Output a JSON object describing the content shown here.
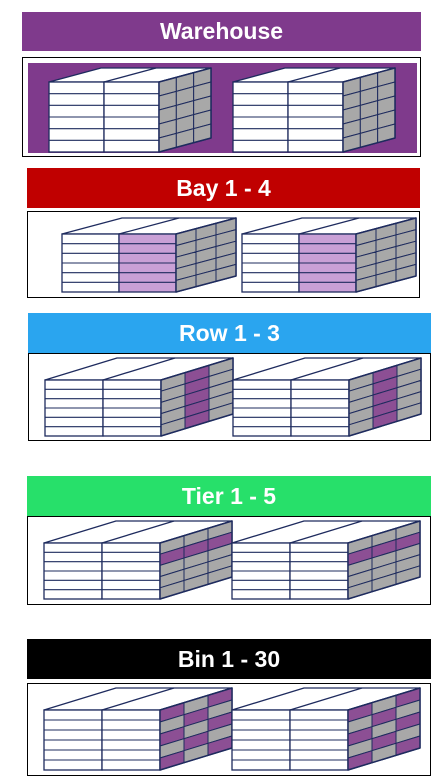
{
  "levels": [
    {
      "key": "warehouse",
      "label": "Warehouse",
      "header_color": "#7f3a8c",
      "highlight": "warehouse",
      "highlight_color": "#7f3a8c"
    },
    {
      "key": "bay",
      "label": "Bay 1 - 4",
      "header_color": "#c00000",
      "highlight": "bay",
      "highlight_color": "#c9a0d6"
    },
    {
      "key": "row",
      "label": "Row 1 - 3",
      "header_color": "#2aa5ef",
      "highlight": "row",
      "highlight_color": "#8c4f94"
    },
    {
      "key": "tier",
      "label": "Tier 1 - 5",
      "header_color": "#27e06a",
      "highlight": "tier",
      "highlight_color": "#8c4f94"
    },
    {
      "key": "bin",
      "label": "Bin 1 - 30",
      "header_color": "#000000",
      "highlight": "bin",
      "highlight_color": "#8c4f94"
    }
  ],
  "colors": {
    "rack_line": "#1e2b5e",
    "side_fill": "#a8a8a8",
    "front_fill": "#ffffff"
  }
}
